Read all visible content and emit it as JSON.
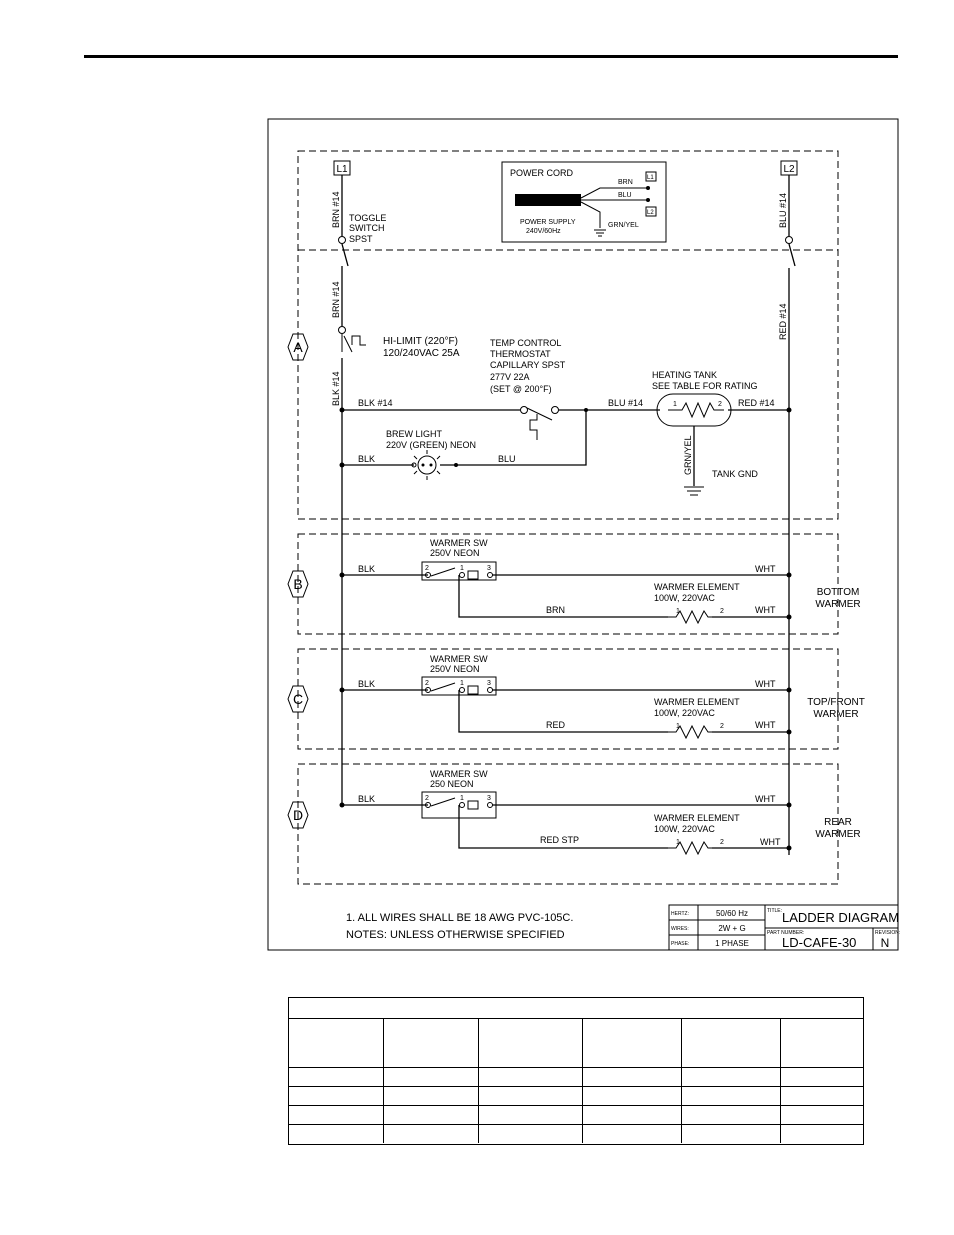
{
  "diagram": {
    "l1": "L1",
    "l2": "L2",
    "power_cord": {
      "title": "POWER CORD",
      "brn": "BRN",
      "blu": "BLU",
      "l1": "L1",
      "l2": "L2",
      "grn_yel": "GRN/YEL",
      "supply_1": "POWER SUPPLY",
      "supply_2": "240V/60Hz"
    },
    "wires": {
      "brn14": "BRN #14",
      "blu14": "BLU #14",
      "red14": "RED #14",
      "blk14": "BLK #14",
      "blk": "BLK",
      "blu": "BLU",
      "brn": "BRN",
      "red": "RED",
      "red_stp": "RED STP",
      "wht": "WHT",
      "grn_yel": "GRN/YEL"
    },
    "toggle": [
      "TOGGLE",
      "SWITCH",
      "SPST"
    ],
    "hilimit": [
      "HI-LIMIT (220°F)",
      "120/240VAC 25A"
    ],
    "temp_control": [
      "TEMP CONTROL",
      "THERMOSTAT",
      "CAPILLARY SPST",
      "277V 22A",
      "(SET @ 200°F)"
    ],
    "heating_tank": [
      "HEATING TANK",
      "SEE TABLE FOR RATING"
    ],
    "brew_light": [
      "BREW LIGHT",
      "220V (GREEN) NEON"
    ],
    "tank_gnd": "TANK GND",
    "sections": [
      "A",
      "B",
      "C",
      "D"
    ],
    "warmer_sw_b": [
      "WARMER SW",
      "250V NEON"
    ],
    "warmer_sw_c": [
      "WARMER SW",
      "250V NEON"
    ],
    "warmer_sw_d": [
      "WARMER SW",
      "250 NEON"
    ],
    "warmer_element": [
      "WARMER ELEMENT",
      "100W, 220VAC"
    ],
    "bottom_warmer": [
      "BOTTOM",
      "WARMER"
    ],
    "top_front_warmer": [
      "TOP/FRONT",
      "WARMER"
    ],
    "rear_warmer": [
      "REAR",
      "WARMER"
    ],
    "notes": [
      "1. ALL WIRES SHALL BE 18 AWG PVC-105C.",
      "NOTES: UNLESS OTHERWISE SPECIFIED"
    ],
    "title_block": {
      "hertz_label": "HERTZ:",
      "hertz": "50/60 Hz",
      "wires_label": "WIRES:",
      "wires": "2W + G",
      "phase_label": "PHASE:",
      "phase": "1 PHASE",
      "title_label": "TITLE:",
      "title": "LADDER DIAGRAM",
      "part_label": "PART NUMBER:",
      "part": "LD-CAFE-30",
      "rev_label": "REVISION:",
      "rev": "N"
    },
    "terminals": {
      "t1": "1",
      "t2": "2",
      "t3": "3"
    }
  }
}
